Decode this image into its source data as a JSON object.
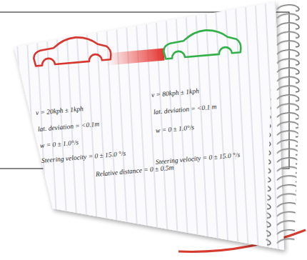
{
  "diagram": {
    "labels": [
      "v = 20kph ± 1kph",
      "lat. deviation = <0.1m",
      "w = 0 ± 1.0°/s",
      "Steering velocity = 0 ± 15.0 °/s",
      "v = 80kph ± 1kph",
      "lat. deviation = <0.1 m",
      "w = 0 ± 1.0°/s",
      "Steering velocity = 0 ± 15.0 °/s",
      "Relative distance = 0 ± 0.5m"
    ]
  }
}
